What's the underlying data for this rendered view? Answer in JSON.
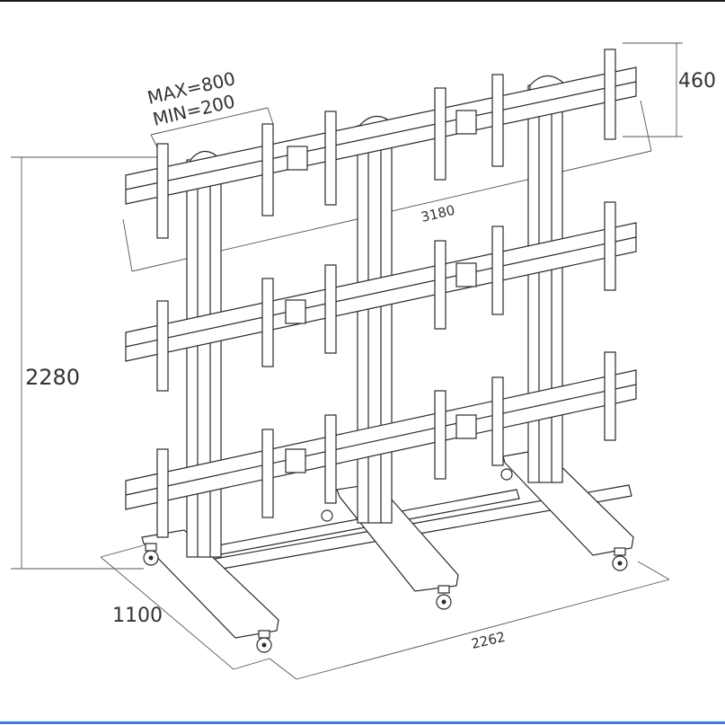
{
  "dimensions": {
    "overall_height": "2280",
    "overall_width": "3180",
    "depth": "1100",
    "base_length": "2262",
    "bracket_spacing": "460",
    "vesa_max": "MAX=800",
    "vesa_min": "MIN=200"
  },
  "colors": {
    "line": "#2a2a2a",
    "bottom_rule": "#3b7fd6"
  }
}
